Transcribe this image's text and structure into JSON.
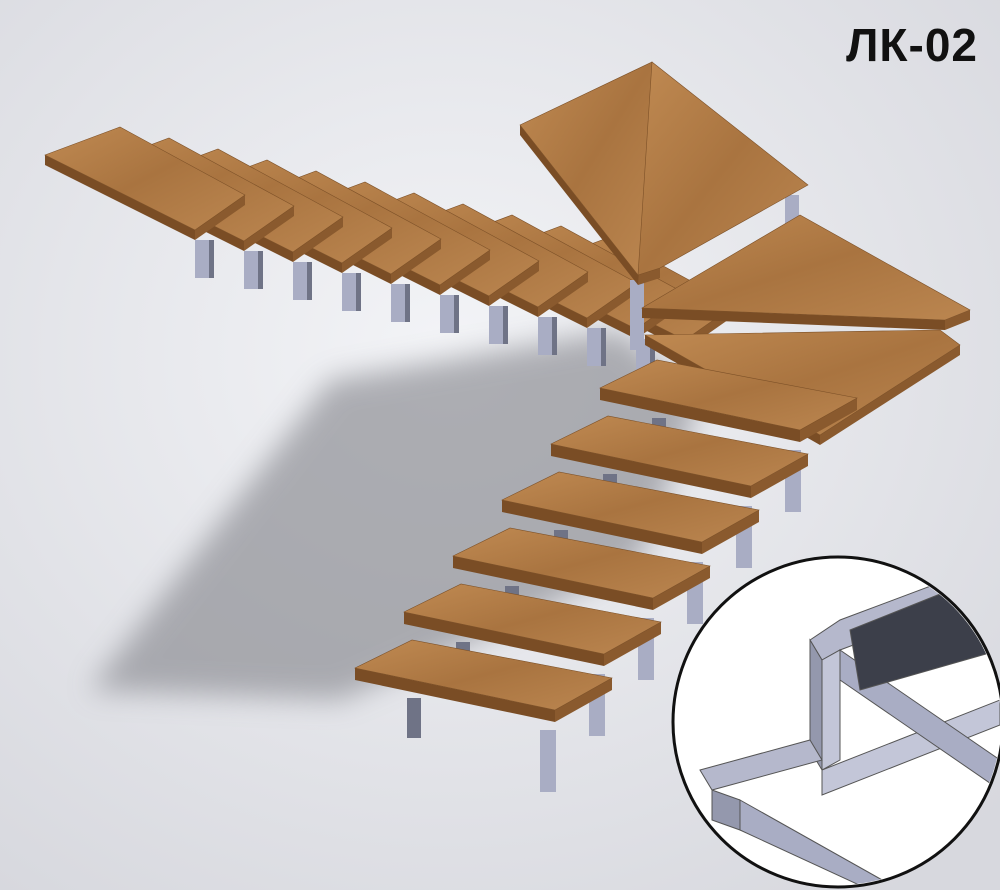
{
  "label": "ЛК-02",
  "colors": {
    "background": "#e9eaee",
    "wood": "#b07a45",
    "wood_edge": "#8a5a2e",
    "metal": "#a9adc4",
    "metal_dark": "#6f7386",
    "shadow": "#8f9096",
    "inset_border": "#111111"
  },
  "scene": {
    "upper_flight_treads": 11,
    "winder_treads": 4,
    "lower_flight_treads": 6,
    "inset": "frame-detail-closeup"
  }
}
